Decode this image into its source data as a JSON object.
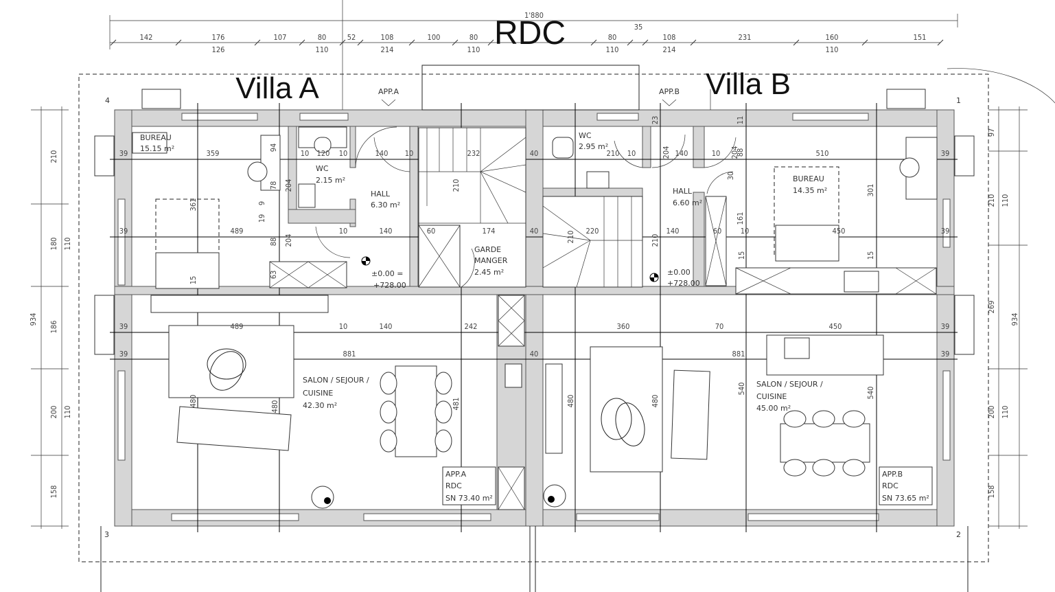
{
  "title": "RDC",
  "villas": {
    "a": "Villa A",
    "b": "Villa B"
  },
  "app_tags": {
    "a": "APP.A",
    "b": "APP.B"
  },
  "corner_numbers": [
    "4",
    "1",
    "3",
    "2"
  ],
  "top_dims": {
    "total": "1'880",
    "row1": [
      "142",
      "176",
      "107",
      "80",
      "52",
      "108",
      "100",
      "80",
      "80",
      "35",
      "108",
      "231",
      "160",
      "151"
    ],
    "row2": [
      "126",
      "110",
      "214",
      "110",
      "110",
      "214",
      "110"
    ]
  },
  "side_dims": {
    "left_total": "934",
    "left": [
      "210",
      "180",
      "110",
      "186",
      "200",
      "110",
      "158"
    ],
    "right_total": "934",
    "right": [
      "97",
      "210",
      "110",
      "269",
      "200",
      "110",
      "158"
    ]
  },
  "rooms": {
    "a_bureau": {
      "name": "BUREAU",
      "area": "15.15 m²"
    },
    "a_wc": {
      "name": "WC",
      "area": "2.15 m²"
    },
    "a_hall": {
      "name": "HALL",
      "area": "6.30 m²"
    },
    "a_garde": {
      "name1": "GARDE",
      "name2": "MANGER",
      "area": "2.45 m²"
    },
    "a_salon": {
      "name1": "SALON / SEJOUR /",
      "name2": "CUISINE",
      "area": "42.30 m²"
    },
    "b_wc": {
      "name": "WC",
      "area": "2.95 m²"
    },
    "b_hall": {
      "name": "HALL",
      "area": "6.60 m²"
    },
    "b_bureau": {
      "name": "BUREAU",
      "area": "14.35 m²"
    },
    "b_salon": {
      "name1": "SALON / SEJOUR /",
      "name2": "CUISINE",
      "area": "45.00 m²"
    }
  },
  "levels": {
    "a1": "±0.00 =",
    "a2": "+728.00",
    "b1": "±0.00",
    "b2": "+728.00"
  },
  "summary": {
    "a": {
      "line1": "APP.A",
      "line2": "RDC",
      "line3": "SN 73.40 m²"
    },
    "b": {
      "line1": "APP.B",
      "line2": "RDC",
      "line3": "SN 73.65 m²"
    }
  },
  "inner_dims": {
    "a_bureau_w": "359",
    "a_wc1": "120",
    "a_wc_h": "94",
    "a_hall_w": "140",
    "a_stair_w": "232",
    "a_bureau_w2": "489",
    "a_hall_w2": "140",
    "a_garde_w": "174",
    "a_salon_w": "489",
    "a_salon_w2": "140",
    "a_garde_w2": "242",
    "total_w": "881",
    "a_salon_h": "480",
    "a_salon_h2": "481",
    "b_wc_w": "210",
    "b_hall_w": "140",
    "b_bureau_w": "510",
    "b_hall_w2": "140",
    "b_bureau_w2": "450",
    "b_stair_w": "220",
    "b_salon_w": "360",
    "b_salon_w2": "70",
    "b_salon_w3": "450",
    "total_w_b": "881",
    "b_salon_h": "480",
    "b_salon_h2": "540",
    "b_salon_h3": "540",
    "wall39": "39",
    "wall40": "40",
    "wall10": "10",
    "wall15": "15",
    "wall204": "204",
    "wall210": "210",
    "wall88": "88",
    "wall63": "63",
    "wall60": "60",
    "wall161": "161",
    "wall301": "301",
    "wall361": "361",
    "wall78": "78",
    "wall19": "19",
    "wall9": "9",
    "wall30": "30",
    "wall23": "23",
    "wall11": "11"
  }
}
